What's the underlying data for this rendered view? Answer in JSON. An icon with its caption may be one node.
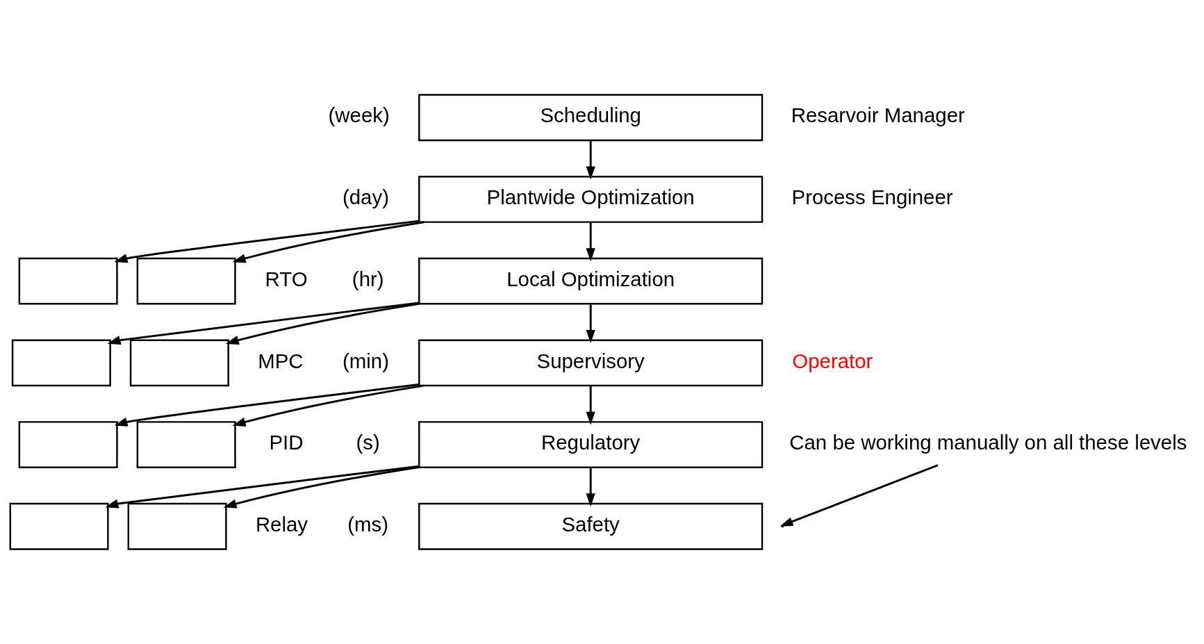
{
  "diagram": {
    "nodes": [
      {
        "text": [
          "Scheduling"
        ],
        "beside": [
          "(week)"
        ]
      },
      {
        "text": [
          "Plantwide Optimization"
        ],
        "beside": [
          "(day)"
        ]
      },
      {
        "text": [],
        "shape": "box"
      },
      {
        "text": [],
        "shape": "box"
      },
      {
        "text": [
          "Local Optimization"
        ],
        "beside": [
          "RTO",
          "(hr)"
        ]
      },
      {
        "text": [],
        "shape": "box"
      },
      {
        "text": [],
        "shape": "box"
      },
      {
        "text": [
          "Supervisory"
        ],
        "beside": [
          "MPC",
          "(min)"
        ]
      },
      {
        "text": [],
        "shape": "box"
      },
      {
        "text": [],
        "shape": "box"
      },
      {
        "text": [
          "Regulatory"
        ],
        "beside": [
          "PID",
          "(s)"
        ]
      },
      {
        "text": [],
        "shape": "box"
      },
      {
        "text": [],
        "shape": "box"
      },
      {
        "text": [
          "Safety"
        ],
        "beside": [
          "Relay",
          "(ms)"
        ]
      },
      {
        "text": [
          "Can be working manually on all these levels"
        ]
      }
    ],
    "edges": [
      {
        "from": 0,
        "to": 1,
        "arrow": "to"
      },
      {
        "from": 1,
        "to": 2,
        "arrow": "to"
      },
      {
        "from": 1,
        "to": 3,
        "arrow": "to"
      },
      {
        "from": 1,
        "to": 4,
        "arrow": "to"
      },
      {
        "from": 4,
        "to": 5,
        "arrow": "to"
      },
      {
        "from": 4,
        "to": 6,
        "arrow": "to"
      },
      {
        "from": 4,
        "to": 7,
        "arrow": "to"
      },
      {
        "from": 7,
        "to": 8,
        "arrow": "to"
      },
      {
        "from": 7,
        "to": 9,
        "arrow": "to"
      },
      {
        "from": 7,
        "to": 10,
        "arrow": "to"
      },
      {
        "from": 10,
        "to": 11,
        "arrow": "to"
      },
      {
        "from": 10,
        "to": 12,
        "arrow": "to"
      },
      {
        "from": 10,
        "to": 13,
        "arrow": "to"
      },
      {
        "from": 14,
        "to": null,
        "arrow": "to"
      }
    ],
    "labels": [
      "Resarvoir Manager",
      "Process Engineer",
      "Operator"
    ]
  }
}
